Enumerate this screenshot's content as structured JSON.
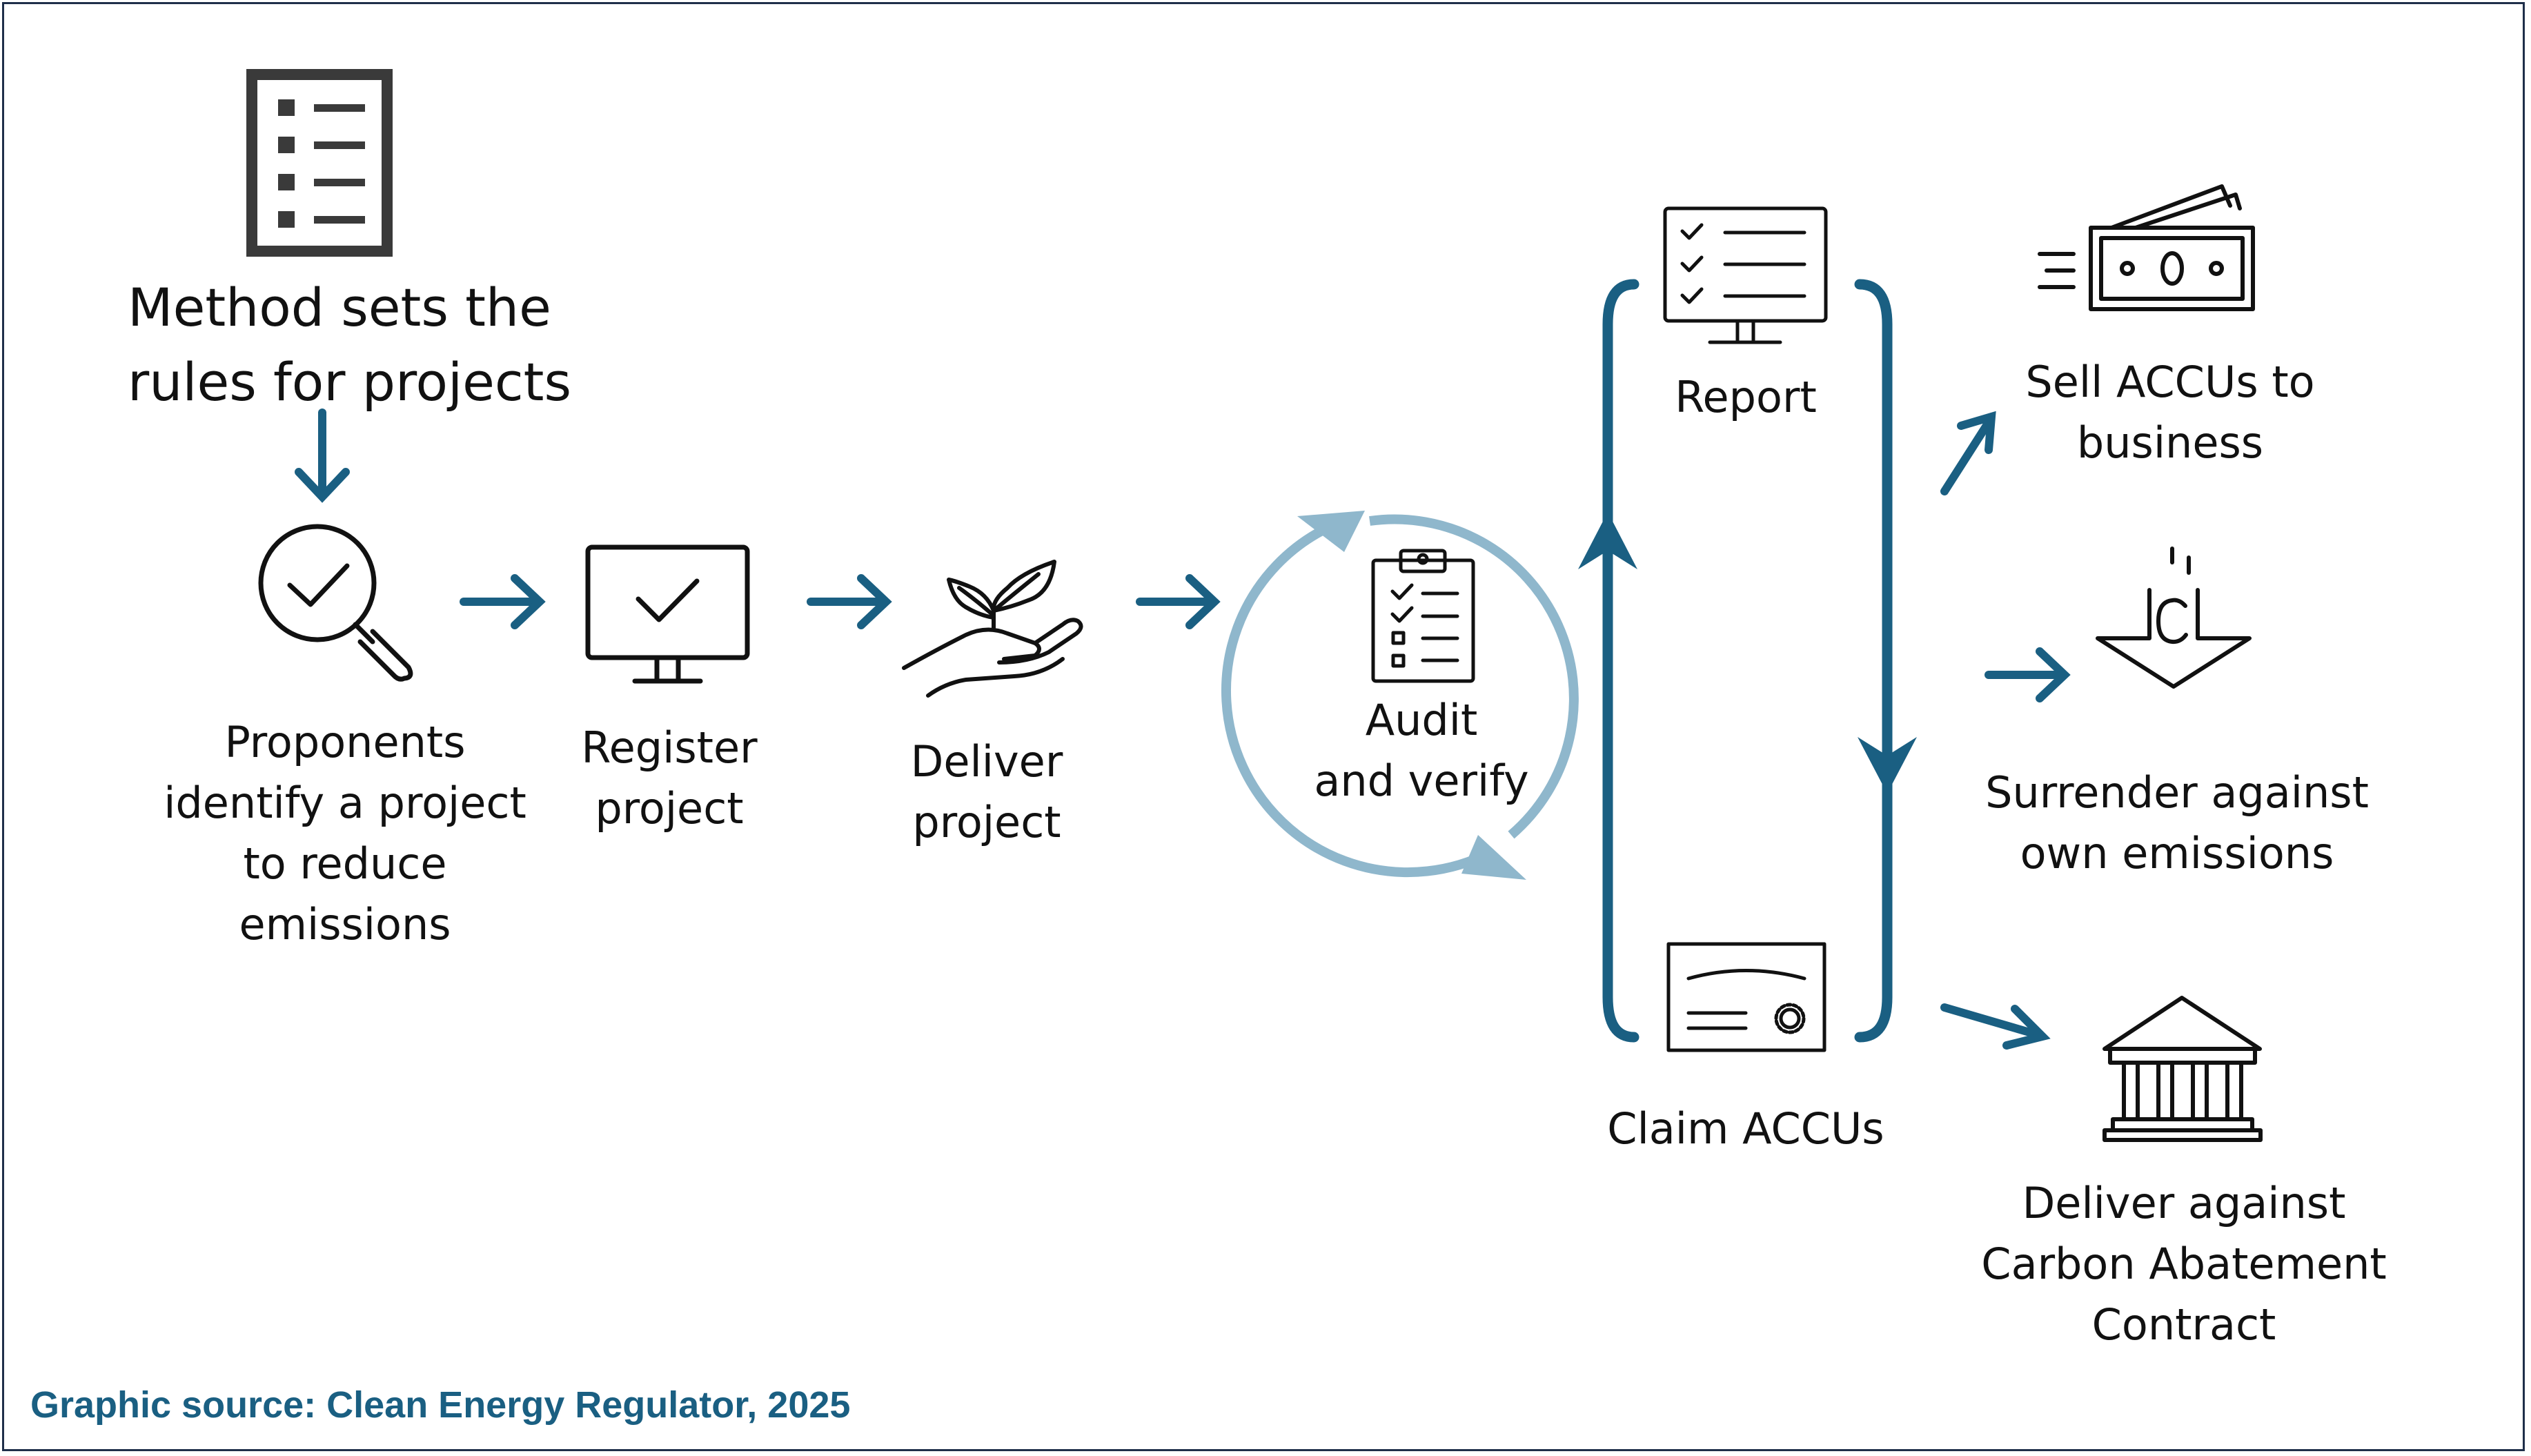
{
  "colors": {
    "arrow": "#1a5f82",
    "cycle": "#8fb7cc",
    "icon": "#111111",
    "method_icon": "#3a3a3a",
    "source_text": "#1a5f82"
  },
  "method": {
    "label": "Method sets the\nrules for projects",
    "icon": "checklist-document-icon"
  },
  "steps": [
    {
      "label": "Proponents\nidentify a project\nto reduce\nemissions",
      "icon": "magnifier-check-icon"
    },
    {
      "label": "Register\nproject",
      "icon": "monitor-check-icon"
    },
    {
      "label": "Deliver\nproject",
      "icon": "hand-seedling-icon"
    },
    {
      "label": "Audit\nand verify",
      "icon": "clipboard-checklist-icon"
    }
  ],
  "cycle": {
    "report": {
      "label": "Report",
      "icon": "monitor-checklist-icon"
    },
    "claim": {
      "label": "Claim ACCUs",
      "icon": "certificate-icon"
    }
  },
  "outcomes": [
    {
      "label": "Sell ACCUs to\nbusiness",
      "icon": "banknote-icon"
    },
    {
      "label": "Surrender against\nown emissions",
      "icon": "carbon-down-arrow-icon"
    },
    {
      "label": "Deliver against\nCarbon Abatement\nContract",
      "icon": "government-building-icon"
    }
  ],
  "source": "Graphic source: Clean Energy Regulator, 2025"
}
